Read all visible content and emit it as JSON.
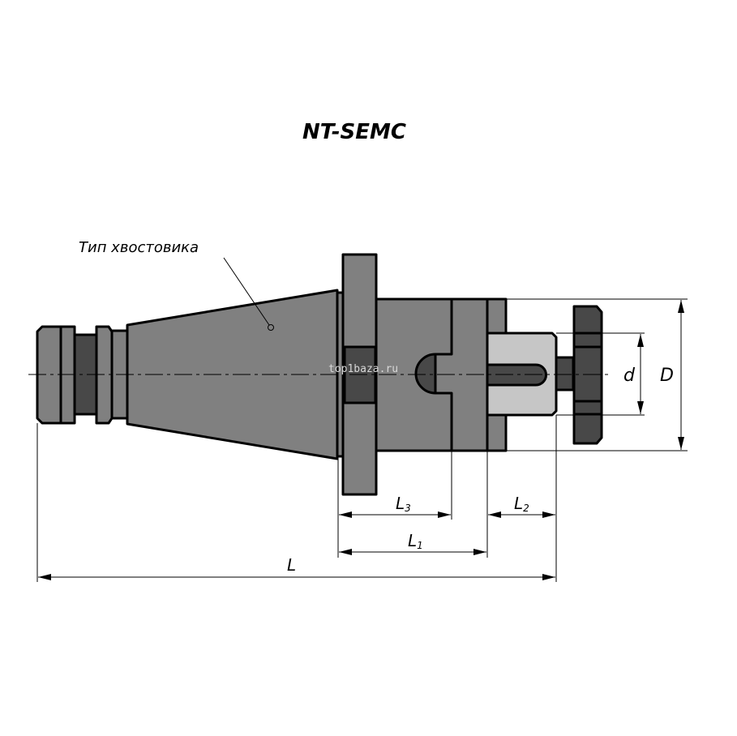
{
  "title": "NT-SEMC",
  "shank_label": "Тип хвостовика",
  "watermark": "top1baza.ru",
  "dimensions": {
    "d": "d",
    "D": "D",
    "L": "L",
    "L1": "L",
    "L1_sub": "1",
    "L2": "L",
    "L2_sub": "2",
    "L3": "L",
    "L3_sub": "3"
  },
  "colors": {
    "body": "#808080",
    "dark": "#484848",
    "light": "#c6c6c6",
    "outline": "#000000"
  }
}
